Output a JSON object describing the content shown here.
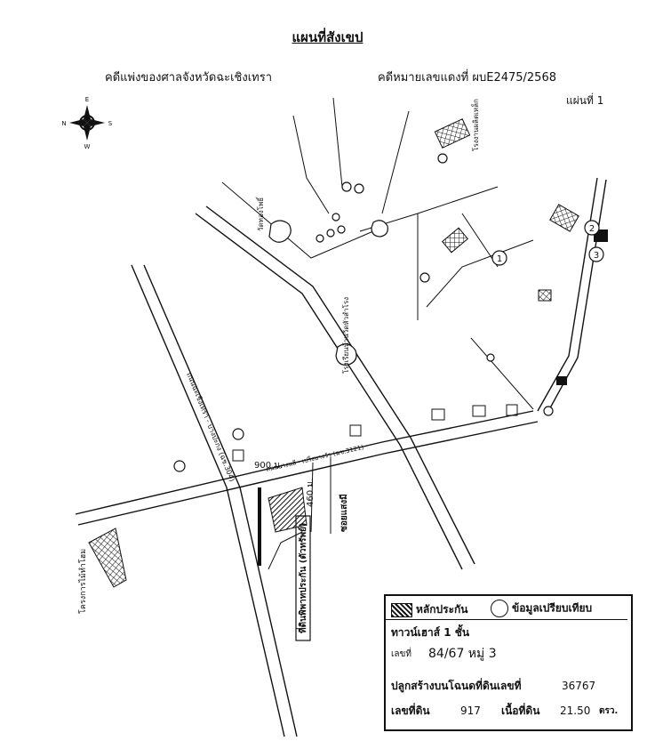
{
  "header": {
    "title": "แผนที่สังเขป",
    "court": "คดีแพ่งของศาลจังหวัดฉะเชิงเทรา",
    "case_number": "คดีหมายเลขแดงที่ ผบE2475/2568",
    "sheet": "แผ่นที่ 1"
  },
  "compass": {
    "n": "N",
    "e": "E",
    "s": "S",
    "w": "W"
  },
  "map_labels": {
    "road_main": "ถนนบางพลี - เปร็งบางวัว (ฉช.3121)",
    "distance_900": "900 ม.",
    "distance_460": "460 ม.",
    "soi": "ซอยแสงมี",
    "property": "ที่ดินพิพาทประกัน (ตัวทรัพย์)",
    "highway_left": "ถนนฉะเชิงเทรา - บางปะกง (ฉช.304)",
    "project": "โครงการไม้ทำโฮม",
    "temple": "วัดทองโพธิ์",
    "school": "โรงเรียนบ้านวัดหัวสำโรง",
    "factory": "โรงงานผลิตเหล็ก",
    "marker_1": "1",
    "marker_2": "2",
    "marker_3": "3"
  },
  "legend": {
    "collateral_label": "หลักประกัน",
    "comparison_label": "ข้อมูลเปรียบเทียบ",
    "property_type": "ทาวน์เฮาส์ 1 ชั้น",
    "number_prefix": "เลขที่",
    "number_value": "84/67 หมู่ 3",
    "deed_label": "ปลูกสร้างบนโฉนดที่ดินเลขที่",
    "deed_value": "36767",
    "land_no_label": "เลขที่ดิน",
    "land_no_value": "917",
    "area_label": "เนื้อที่ดิน",
    "area_value": "21.50",
    "area_unit": "ตรว."
  }
}
